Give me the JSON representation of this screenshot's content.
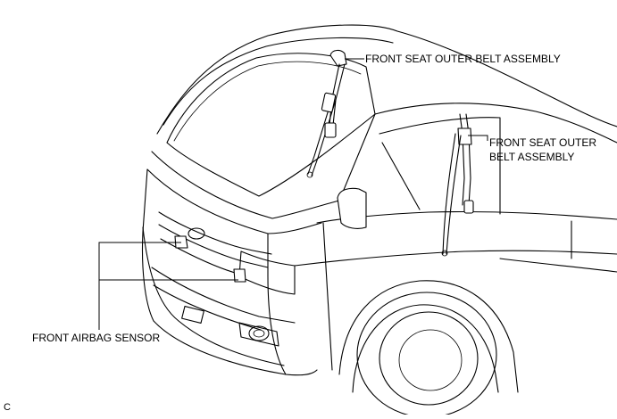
{
  "labels": {
    "belt_top": "FRONT SEAT OUTER BELT ASSEMBLY",
    "belt_right_line1": "FRONT SEAT OUTER",
    "belt_right_line2": "BELT ASSEMBLY",
    "airbag_sensor": "FRONT AIRBAG SENSOR",
    "corner_code": "C"
  },
  "icons": [
    "van-illustration",
    "seat-belt-assembly",
    "airbag-sensor"
  ]
}
